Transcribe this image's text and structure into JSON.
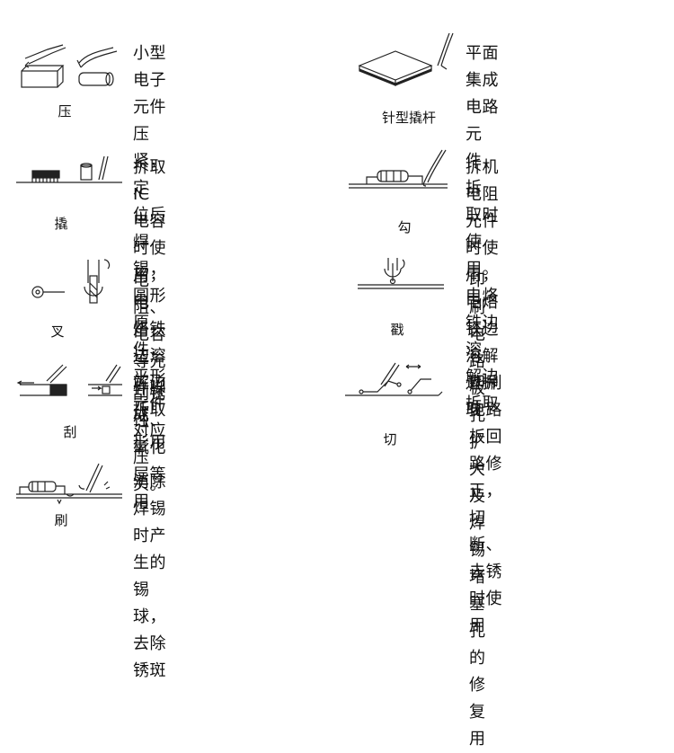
{
  "tools": [
    {
      "label": "压",
      "desc": [
        "小型电子元件压紧，定",
        "位后焊锡，圆形原件，",
        "平形元件对应压头。"
      ]
    },
    {
      "label": "针型撬杆",
      "desc": [
        "平面集成电路元件，拆",
        "取时使用。电烙铁边溶",
        "解边拆取"
      ]
    },
    {
      "label": "撬",
      "desc": [
        "拆取IC电容时使用，电",
        "烙铁边溶解边拆取"
      ]
    },
    {
      "label": "勾",
      "desc": [
        "拆机电阻元件时使用，",
        "电烙铁边溶解边拆取"
      ]
    },
    {
      "label": "叉",
      "desc": [
        "电阻、电容等元件脚成",
        "形用"
      ]
    },
    {
      "label": "戳",
      "desc": [
        "印刷电路板孔扩大及焊",
        "锡堵塞孔的修复用"
      ]
    },
    {
      "label": "刮",
      "desc": [
        "刮锈蚀、氧化层等用"
      ]
    },
    {
      "label": "切",
      "desc": [
        "印刷电路板回路修正，",
        "切断、去锈时使用"
      ]
    },
    {
      "label": "刷",
      "desc": [
        "消除焊锡时产生的锡球，",
        "去除锈斑"
      ]
    }
  ]
}
